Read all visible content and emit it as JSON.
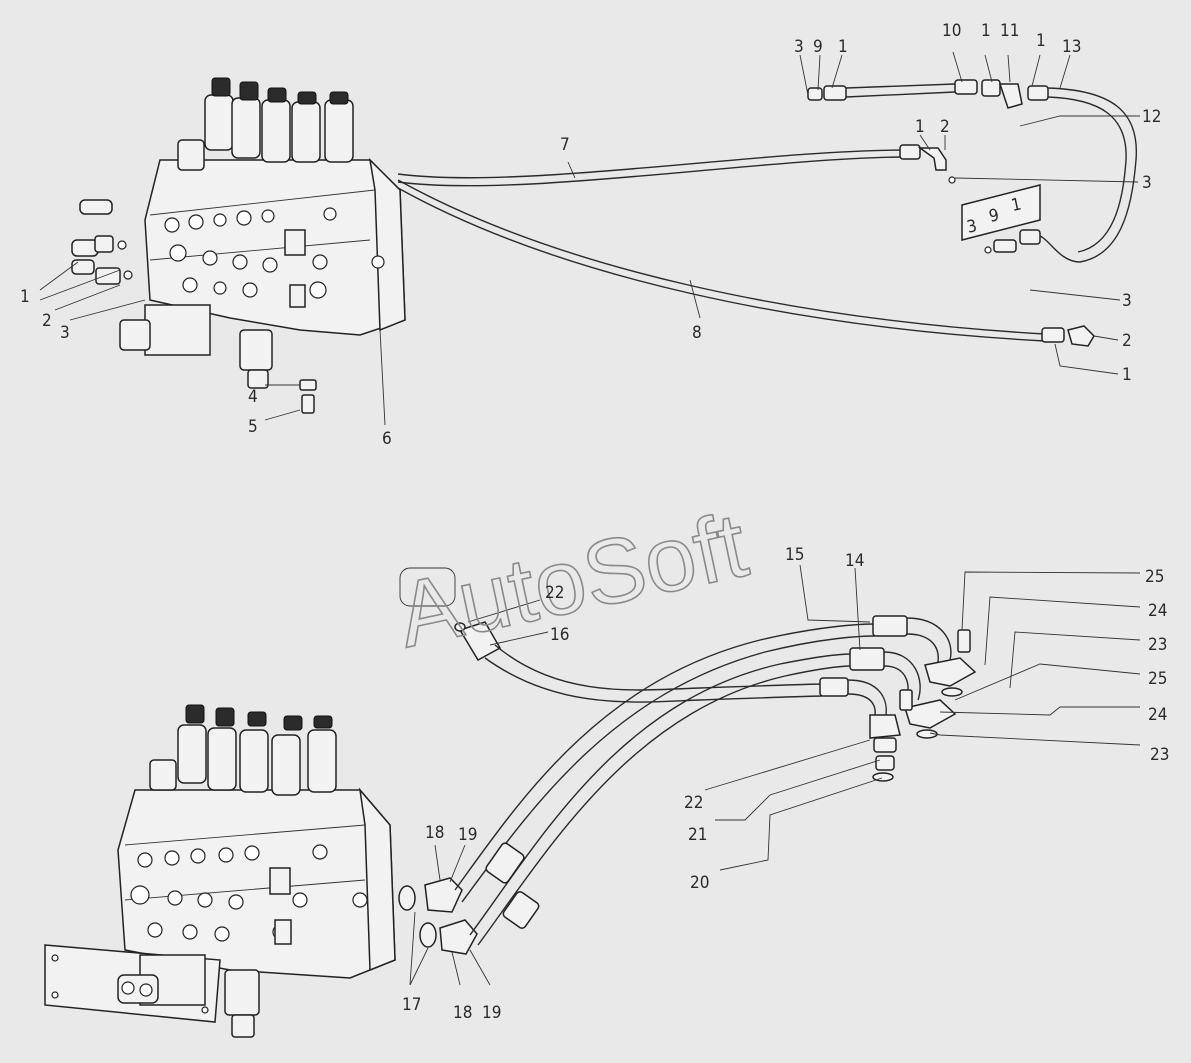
{
  "watermark": "AutoSoft",
  "labels": {
    "l_top_3": "3",
    "l_top_9": "9",
    "l_top_1a": "1",
    "l_top_10": "10",
    "l_top_1b": "1",
    "l_top_11": "11",
    "l_top_1c": "1",
    "l_top_13": "13",
    "l_12": "12",
    "l_7": "7",
    "l_mid_1": "1",
    "l_mid_2": "2",
    "l_r_3a": "3",
    "l_box_3": "3",
    "l_box_9": "9",
    "l_box_1": "1",
    "l_r_3b": "3",
    "l_r_2": "2",
    "l_r_1": "1",
    "l_8": "8",
    "l_left_1": "1",
    "l_left_2": "2",
    "l_left_3": "3",
    "l_4": "4",
    "l_5": "5",
    "l_6": "6",
    "l_22a": "22",
    "l_16": "16",
    "l_15": "15",
    "l_14": "14",
    "l_25a": "25",
    "l_24a": "24",
    "l_23a": "23",
    "l_25b": "25",
    "l_24b": "24",
    "l_23b": "23",
    "l_22b": "22",
    "l_21": "21",
    "l_20": "20",
    "l_18a": "18",
    "l_19a": "19",
    "l_18b": "18",
    "l_19b": "19",
    "l_17": "17"
  }
}
